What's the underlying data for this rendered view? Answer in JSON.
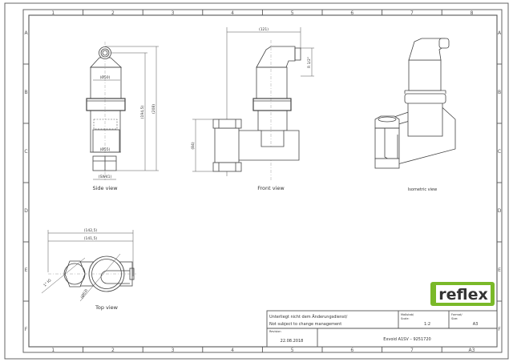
{
  "frame": {
    "columns": [
      "1",
      "2",
      "3",
      "4",
      "5",
      "6",
      "7",
      "8"
    ],
    "bottom_columns": [
      "1",
      "2",
      "3",
      "4",
      "5",
      "6",
      "7",
      "A3"
    ],
    "rows": [
      "A",
      "B",
      "C",
      "D",
      "E",
      "F"
    ]
  },
  "views": {
    "side": {
      "label": "Side view",
      "dims": {
        "d50": "(Ø50)",
        "h194": "(194,5)",
        "h208": "(208)",
        "d55": "(Ø55)",
        "sw": "(SW41)"
      }
    },
    "front": {
      "label": "Front view",
      "dims": {
        "w121": "(121)",
        "thread": "R 1/2\"",
        "h84": "(84)"
      }
    },
    "iso": {
      "label": "Isometric view"
    },
    "top": {
      "label": "Top view",
      "dims": {
        "w142": "(142,5)",
        "w141": "(141,5)",
        "ig": "1\" IG",
        "d63": "(Ø63)"
      }
    }
  },
  "logo": {
    "text": "reflex",
    "color": "#7ab929"
  },
  "title_block": {
    "notice_de": "Unterliegt nicht dem Änderungsdienst/",
    "notice_en": "Not subject to change management",
    "scale_label_de": "Maßstab/",
    "scale_label_en": "Scale:",
    "scale": "1:2",
    "format_label_de": "Format/",
    "format_label_en": "Size:",
    "format": "A3",
    "revision_label": "Revision",
    "revision_date": "22.08.2018",
    "title": "Exvoid A1SV  –  9251720"
  }
}
